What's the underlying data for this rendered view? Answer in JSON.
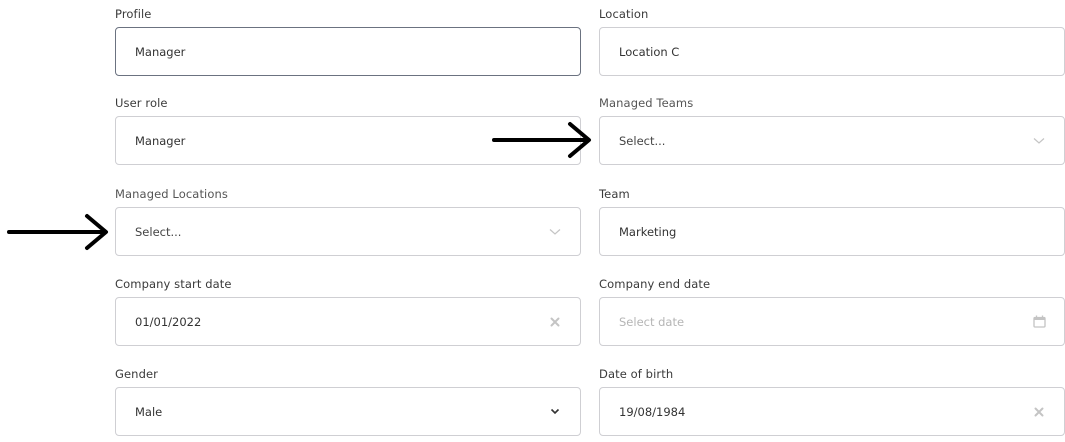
{
  "form": {
    "profile": {
      "label": "Profile",
      "value": "Manager"
    },
    "location": {
      "label": "Location",
      "value": "Location C"
    },
    "user_role": {
      "label": "User role",
      "value": "Manager"
    },
    "managed_teams": {
      "label": "Managed Teams",
      "placeholder": "Select..."
    },
    "managed_locations": {
      "label": "Managed Locations",
      "placeholder": "Select..."
    },
    "team": {
      "label": "Team",
      "value": "Marketing"
    },
    "company_start_date": {
      "label": "Company start date",
      "value": "01/01/2022"
    },
    "company_end_date": {
      "label": "Company end date",
      "placeholder": "Select date"
    },
    "gender": {
      "label": "Gender",
      "value": "Male"
    },
    "date_of_birth": {
      "label": "Date of birth",
      "value": "19/08/1984"
    }
  },
  "icons": {
    "chevron": "chevron-down-icon",
    "clear": "clear-x-icon",
    "calendar": "calendar-icon",
    "annotation": "arrow-right-icon"
  },
  "colors": {
    "border": "#cfcfd3",
    "focused_border": "#6b7280",
    "placeholder": "#b5b5b5",
    "icon_light": "#c4c4c4",
    "arrow": "#000000"
  }
}
